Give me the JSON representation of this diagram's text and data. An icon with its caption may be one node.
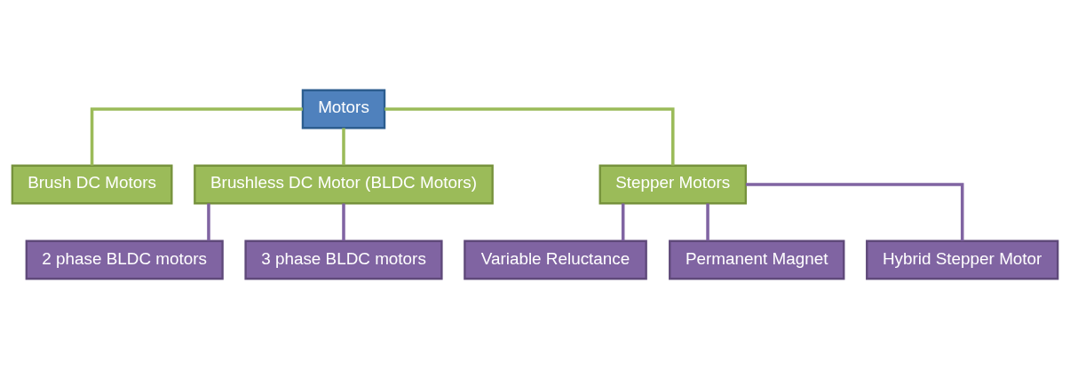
{
  "diagram": {
    "nodes": [
      {
        "text": [
          "Motors"
        ]
      },
      {
        "text": [
          "Brush DC Motors"
        ]
      },
      {
        "text": [
          "Brushless DC Motor (BLDC Motors)"
        ]
      },
      {
        "text": [
          "Stepper Motors"
        ]
      },
      {
        "text": [
          "2 phase BLDC motors"
        ]
      },
      {
        "text": [
          "3 phase BLDC motors"
        ]
      },
      {
        "text": [
          "Variable Reluctance"
        ]
      },
      {
        "text": [
          "Permanent Magnet"
        ]
      },
      {
        "text": [
          "Hybrid Stepper Motor"
        ]
      }
    ],
    "edges": [
      {
        "from": 0,
        "to": 1,
        "arrow": "none",
        "color": "#9bbb59"
      },
      {
        "from": 0,
        "to": 2,
        "arrow": "none",
        "color": "#9bbb59"
      },
      {
        "from": 0,
        "to": 3,
        "arrow": "none",
        "color": "#9bbb59"
      },
      {
        "from": 2,
        "to": 4,
        "arrow": "none"
      },
      {
        "from": 2,
        "to": 5,
        "arrow": "none"
      },
      {
        "from": 3,
        "to": 6,
        "arrow": "none"
      },
      {
        "from": 3,
        "to": 7,
        "arrow": "none"
      },
      {
        "from": 3,
        "to": 8,
        "arrow": "none"
      }
    ]
  }
}
